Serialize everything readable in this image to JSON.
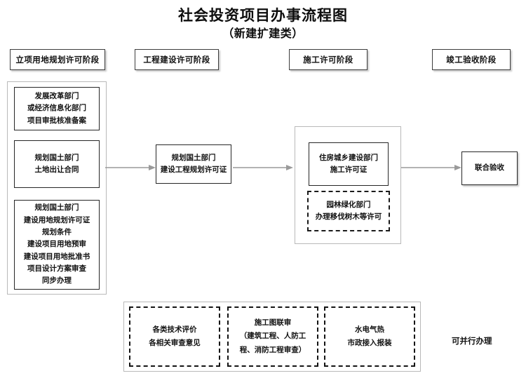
{
  "header": {
    "title": "社会投资项目办事流程图",
    "subtitle": "（新建扩建类）"
  },
  "stages": [
    {
      "id": "stage-1",
      "label": "立项用地规划许可阶段"
    },
    {
      "id": "stage-2",
      "label": "工程建设许可阶段"
    },
    {
      "id": "stage-3",
      "label": "施工许可阶段"
    },
    {
      "id": "stage-4",
      "label": "竣工验收阶段"
    }
  ],
  "stage1_nodes": {
    "node1": {
      "line1": "发展改革部门",
      "line2": "或经济信息化部门",
      "line3": "项目审批核准备案"
    },
    "node2": {
      "line1": "规划国土部门",
      "line2": "土地出让合同"
    },
    "node3": {
      "line1": "规划国土部门",
      "line2": "建设用地规划许可证",
      "line3": "规划条件",
      "line4": "建设项目用地预审",
      "line5": "建设项目用地批准书",
      "line6": "项目设计方案审查",
      "line7": "同步办理"
    }
  },
  "stage2_nodes": {
    "node1": {
      "line1": "规划国土部门",
      "line2": "建设工程规划许可证"
    }
  },
  "stage3_nodes": {
    "node1": {
      "line1": "住房城乡建设部门",
      "line2": "施工许可证"
    },
    "node2": {
      "line1": "园林绿化部门",
      "line2": "办理移伐树木等许可"
    }
  },
  "stage4_nodes": {
    "node1": {
      "line1": "联合验收"
    }
  },
  "parallel": {
    "note": "可并行办理",
    "boxes": [
      {
        "id": "parallel-box-1",
        "line1": "各类技术评价",
        "line2": "各相关审查意见"
      },
      {
        "id": "parallel-box-2",
        "line1": "施工图联审",
        "line2": "（建筑工程、人防工",
        "line3": "程、消防工程审查）"
      },
      {
        "id": "parallel-box-3",
        "line1": "水电气热",
        "line2": "市政接入报装"
      }
    ]
  },
  "arrows": [
    {
      "id": "arrow-stage1-to-stage2"
    },
    {
      "id": "arrow-stage2-to-stage3"
    },
    {
      "id": "arrow-stage3-to-stage4"
    }
  ],
  "colors": {
    "border_dark": "#262626",
    "border_grey": "#b9b9b9",
    "arrow": "#9a9a9a",
    "text": "#111111",
    "background": "#ffffff"
  }
}
